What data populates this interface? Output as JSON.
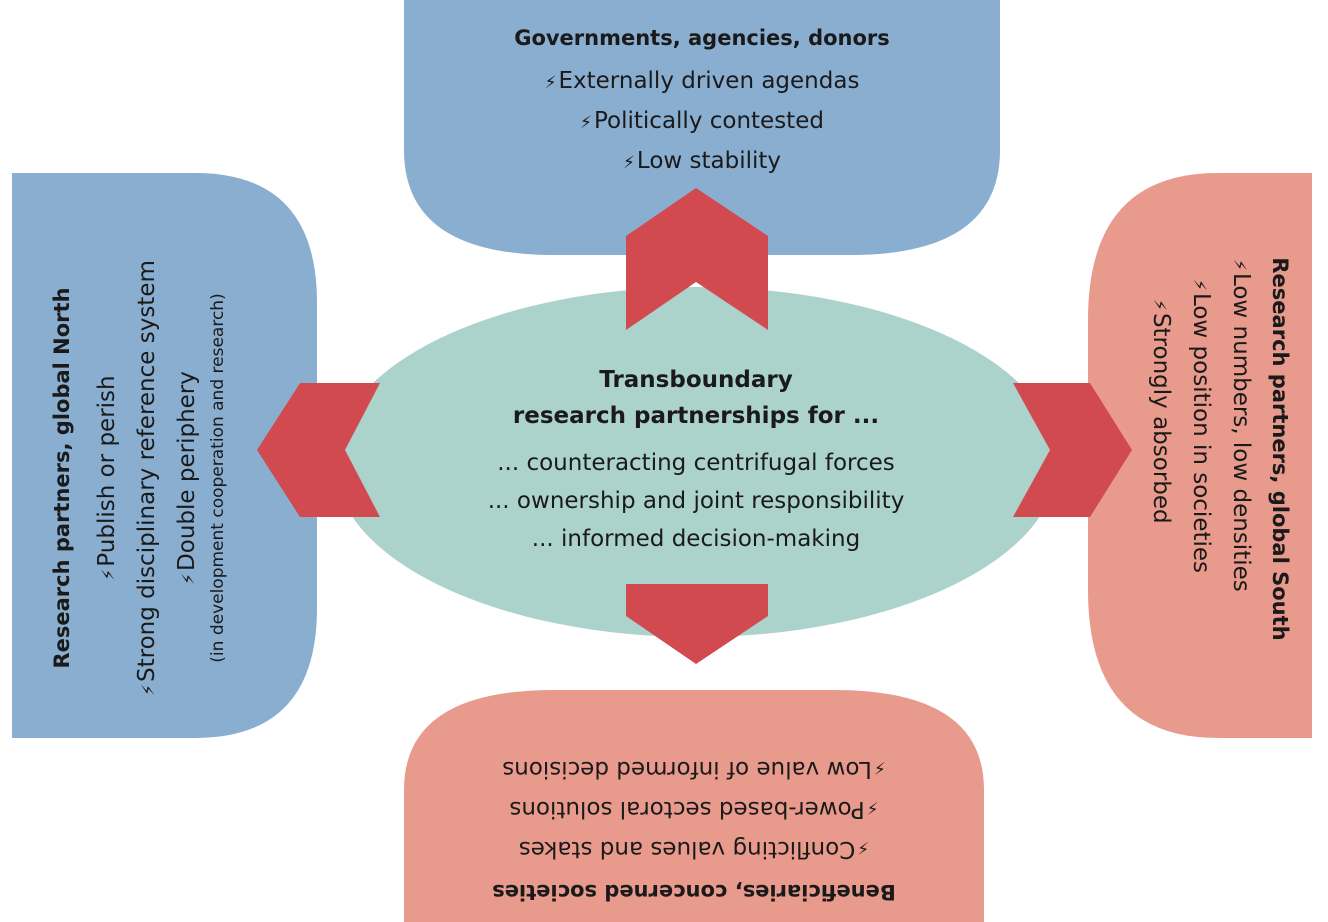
{
  "colors": {
    "blue": "#8aaed0",
    "salmon": "#e89a8c",
    "teal": "#abd2cb",
    "arrow": "#d14a4f"
  },
  "bolt_icon": "⚡︎",
  "top": {
    "title": "Governments, agencies, donors",
    "items": [
      "Externally driven agendas",
      "Politically contested",
      "Low stability"
    ]
  },
  "left": {
    "title": "Research partners, global North",
    "items": [
      "Publish or perish",
      "Strong disciplinary reference system",
      "Double periphery"
    ],
    "note": "(in development cooperation and research)"
  },
  "right": {
    "title": "Research partners, global South",
    "items": [
      "Low numbers, low densities",
      "Low position in societies",
      "Strongly absorbed"
    ]
  },
  "bottom": {
    "title": "Beneficiaries, concerned societies",
    "items": [
      "Conflicting values and stakes",
      "Power-based sectoral solutions",
      "Low value of informed decisions"
    ]
  },
  "center": {
    "title_line1": "Transboundary",
    "title_line2": "research partnerships for ...",
    "items": [
      "... counteracting centrifugal forces",
      "... ownership and joint responsibility",
      "... informed decision-making"
    ]
  }
}
